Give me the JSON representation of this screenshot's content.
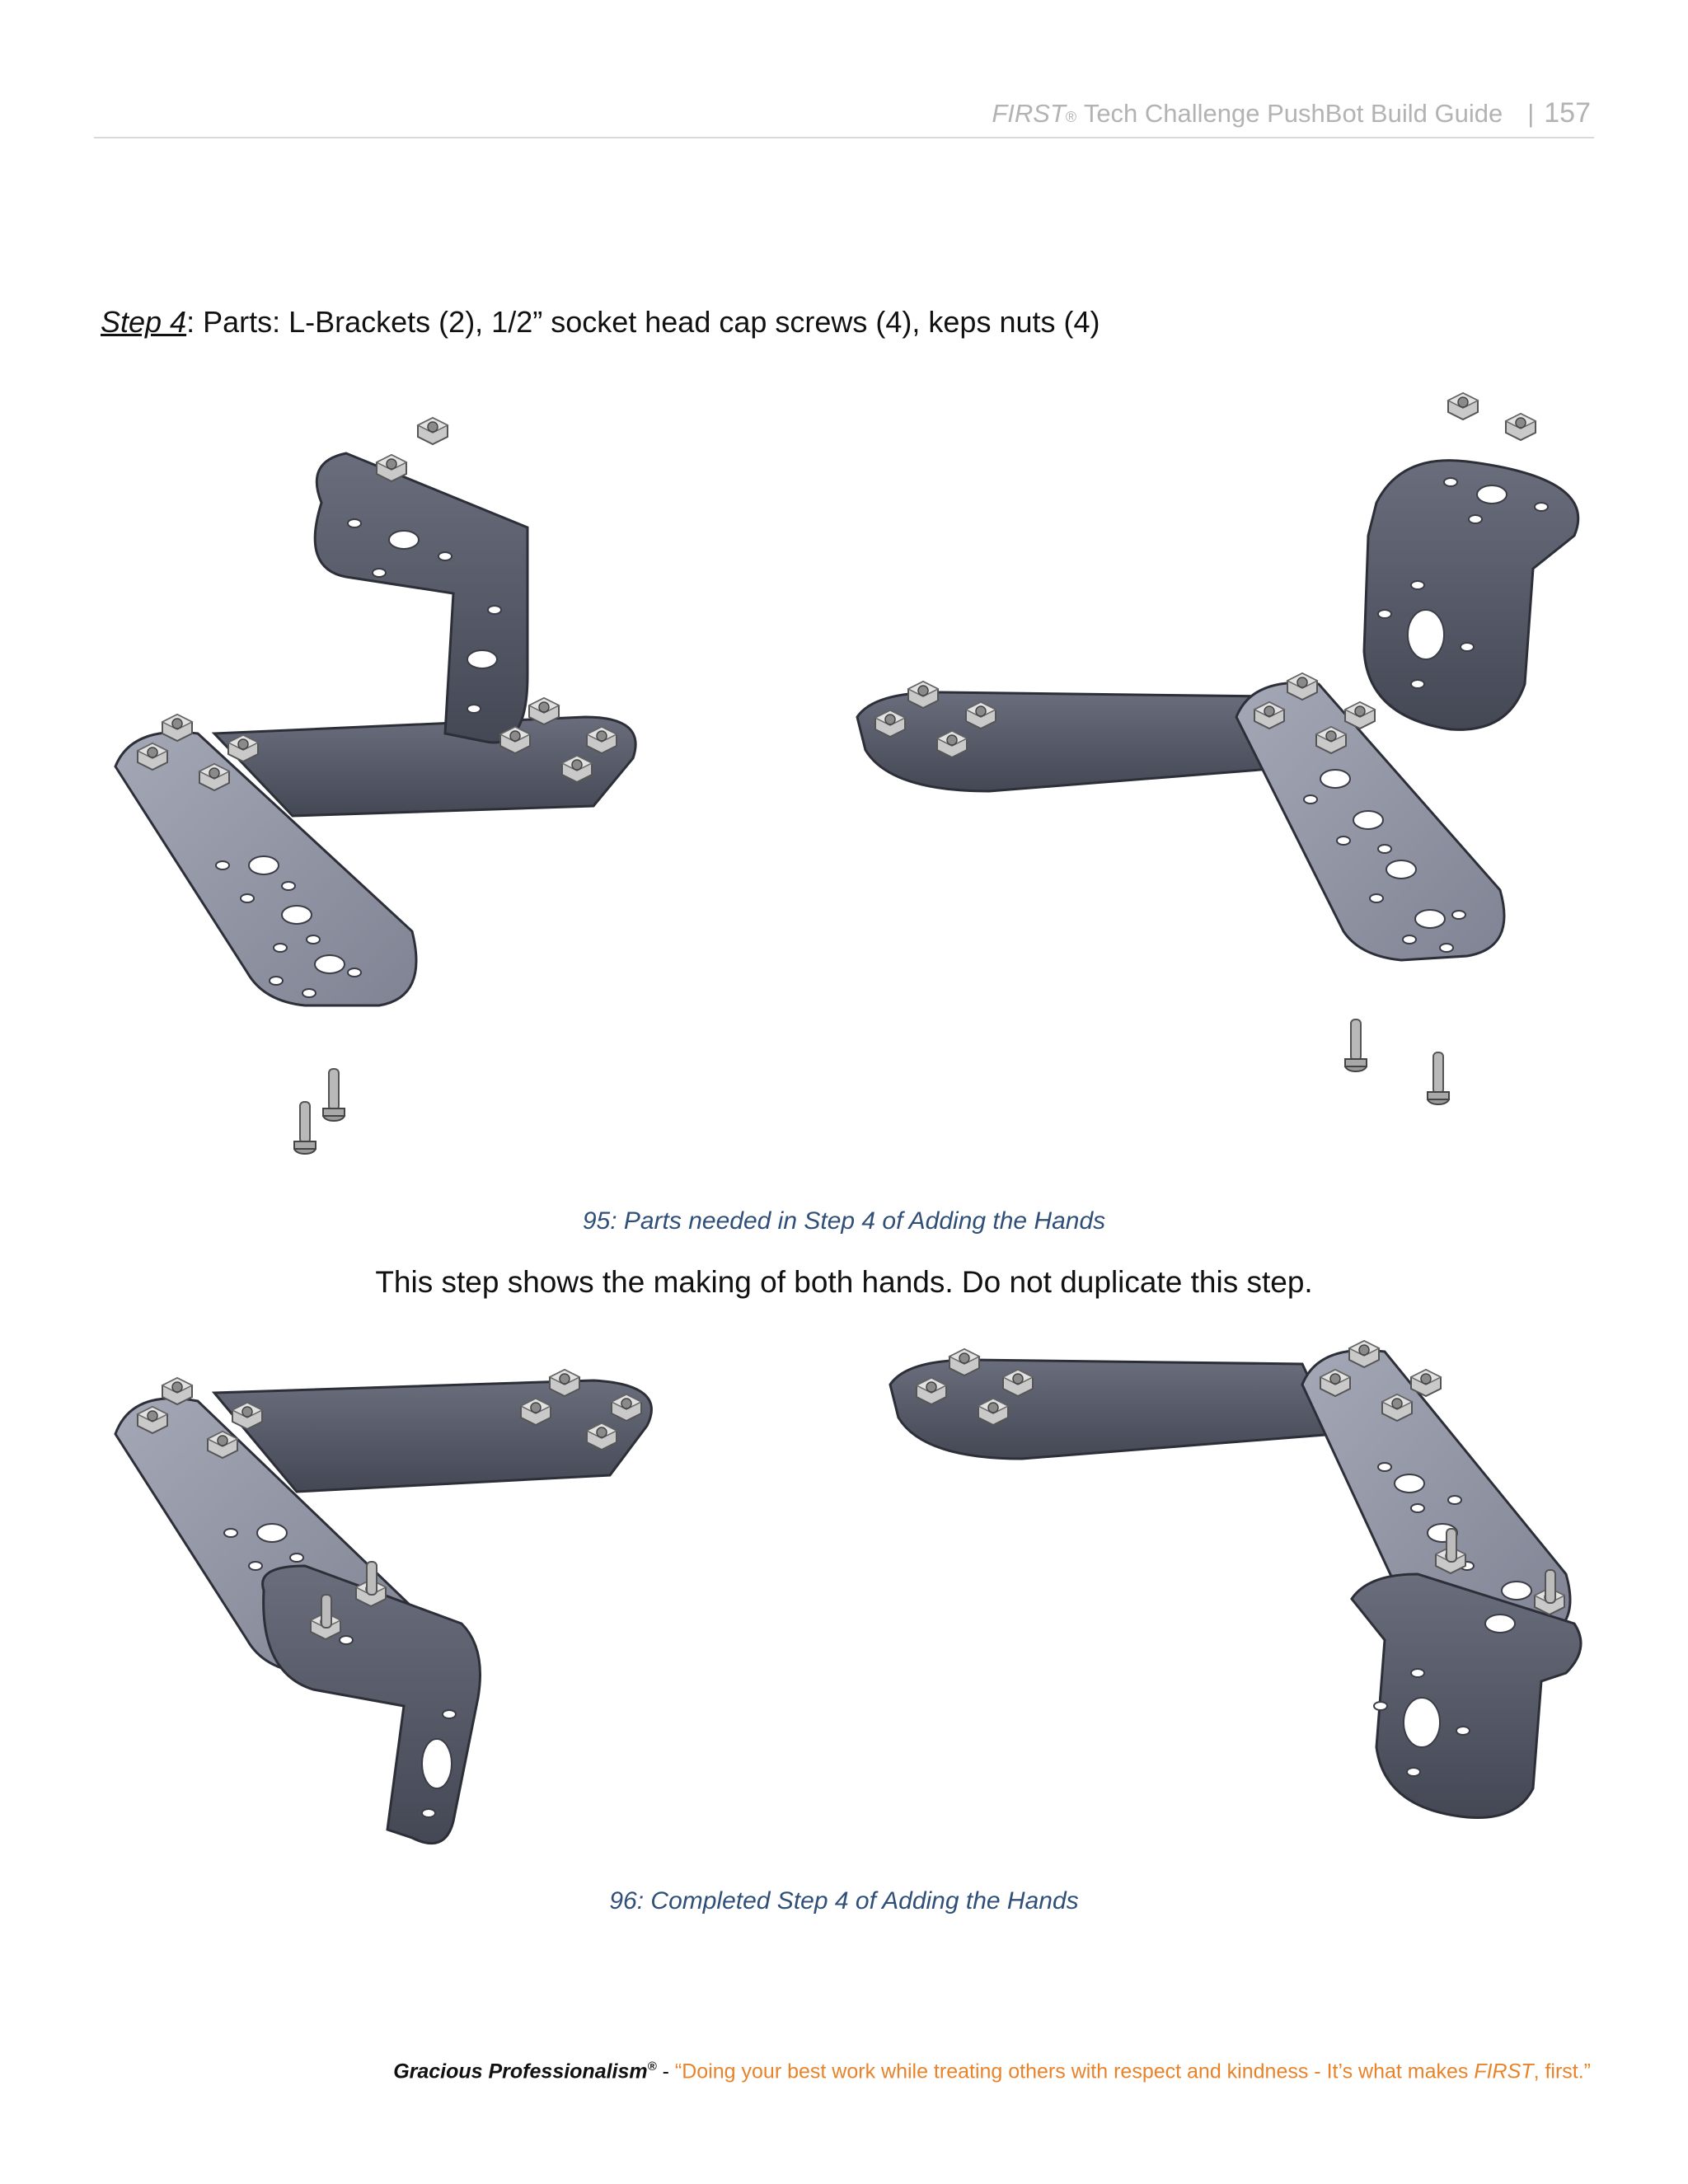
{
  "header": {
    "first": "FIRST",
    "reg": "®",
    "title": "Tech Challenge PushBot Build Guide",
    "separator": "|",
    "page_number": "157"
  },
  "step": {
    "label": "Step 4",
    "text": ": Parts: L-Brackets (2), 1/2” socket head cap screws (4), keps nuts (4)"
  },
  "figure95": {
    "caption": "95: Parts needed in Step 4 of Adding the Hands"
  },
  "note": "This step shows the making of both hands.  Do not duplicate this step.",
  "figure96": {
    "caption": "96: Completed Step 4 of Adding the Hands"
  },
  "footer": {
    "gp": "Gracious Professionalism",
    "reg": "®",
    "dash": " - ",
    "quote_start": "“Doing your best work while treating others with respect and kindness - It’s what makes ",
    "quote_first": "FIRST",
    "quote_end": ", first.”"
  }
}
